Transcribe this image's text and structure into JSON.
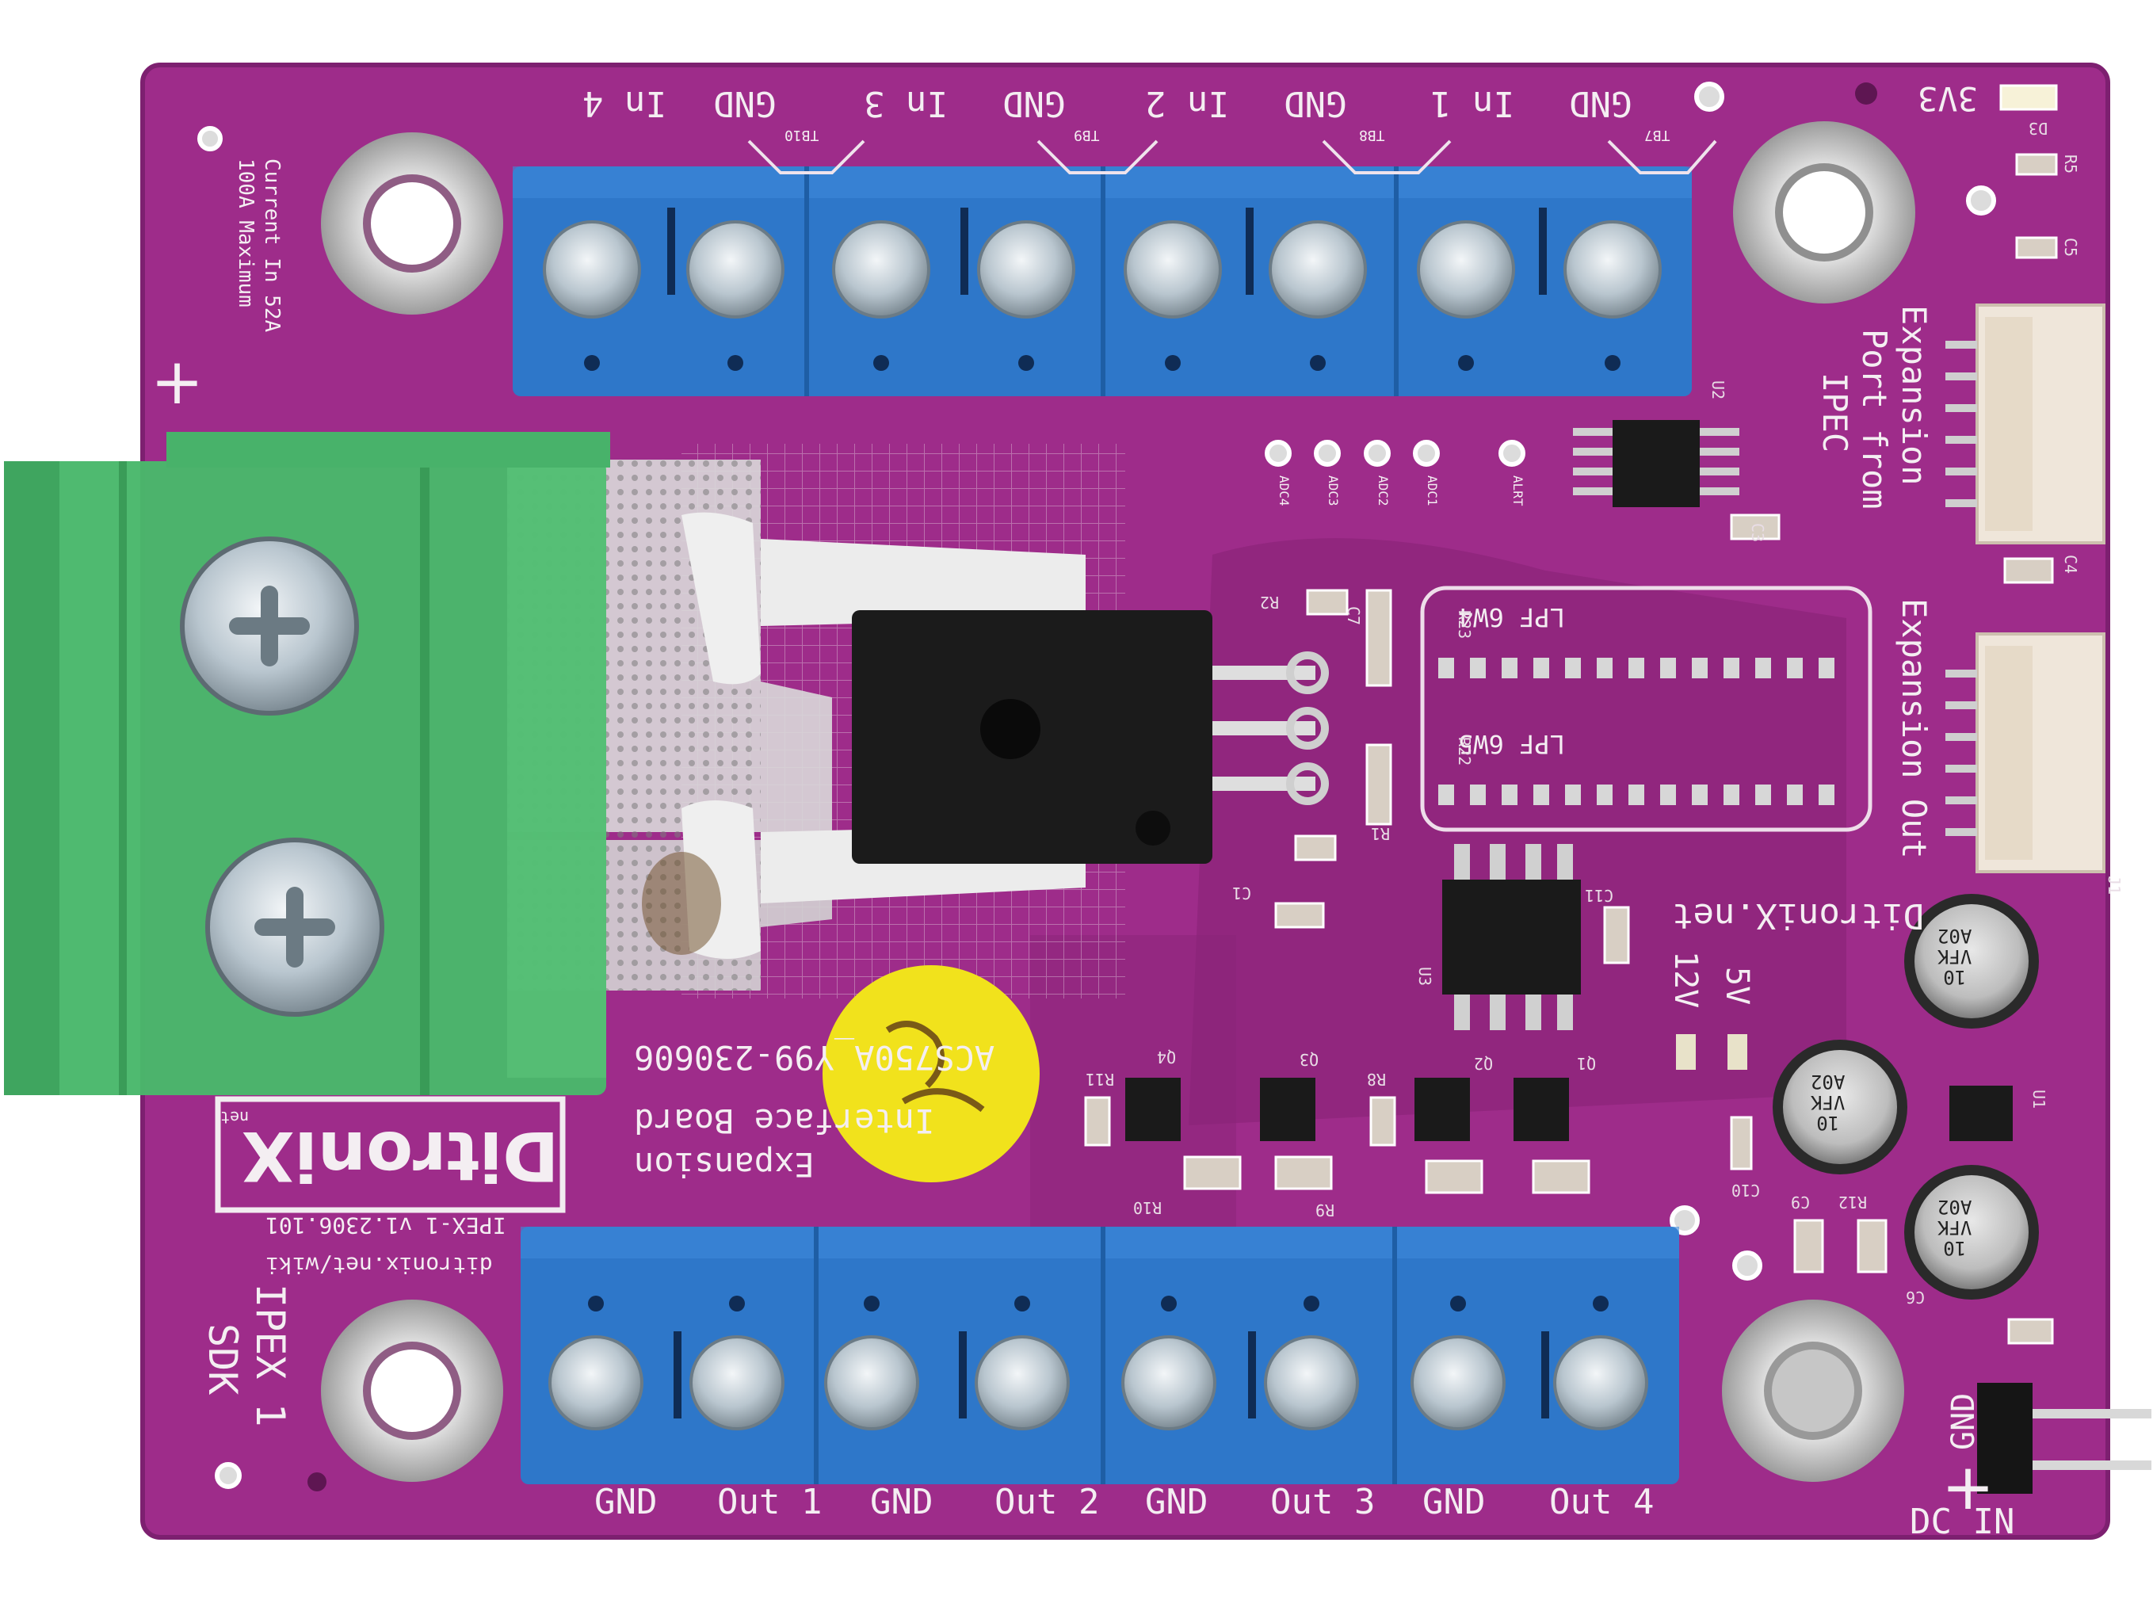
{
  "colors": {
    "pcb": "#9e2c8a",
    "pcb_dark": "#6e1d63",
    "silkscreen": "#f2ecf0",
    "terminal_blue": "#2e77c9",
    "terminal_green": "#49b86b",
    "sticker": "#f1e21c",
    "mosfet": "#1b1b1b"
  },
  "board": {
    "brand": "DitroniX",
    "brand_suffix": "net",
    "sdk_line1": "IPEX 1",
    "sdk_line2": "SDK",
    "wiki": "ditronix.net/wiki",
    "version": "IPEX-1 v1.2306.101",
    "current_note_1": "Current In 52A",
    "current_note_2": "100A Maximum",
    "expansion_title_1": "Expansion",
    "expansion_title_2": "Interface Board",
    "part_number": "ACS750A_Y99-230606",
    "website": "DitroniX.net",
    "rail_12v": "12V",
    "rail_5v": "5V",
    "rail_3v3": "3V3",
    "dc_in": "DC IN",
    "dc_gnd": "GND",
    "dc_plus": "+",
    "power_plus": "+",
    "lpf_1": "LPF 6W4",
    "lpf_2": "LPF 6W5",
    "expansion_port_in_1": "Expansion",
    "expansion_port_in_2": "Port from",
    "expansion_port_in_3": "IPEC",
    "expansion_out": "Expansion Out",
    "adc_labels": [
      "ADC4",
      "ADC3",
      "ADC2",
      "ADC1",
      "ALRT"
    ]
  },
  "top_terminals": [
    "In 4",
    "GND",
    "In 3",
    "GND",
    "In 2",
    "GND",
    "In 1",
    "GND"
  ],
  "top_refs": [
    "TB10",
    "TB9",
    "TB8",
    "TB7"
  ],
  "bottom_terminals": [
    "GND",
    "Out 1",
    "GND",
    "Out 2",
    "GND",
    "Out 3",
    "GND",
    "Out 4"
  ],
  "capacitors": [
    {
      "line1": "10",
      "line2": "VFK",
      "line3": "A02"
    },
    {
      "line1": "10",
      "line2": "VFK",
      "line3": "A02"
    },
    {
      "line1": "10",
      "line2": "VFK",
      "line3": "A02"
    }
  ],
  "component_refs": [
    "D3",
    "R5",
    "C5",
    "U2",
    "C4",
    "C3",
    "R2",
    "C7",
    "R23",
    "R22",
    "R1",
    "C1",
    "C11",
    "U3",
    "J1",
    "Q1",
    "Q2",
    "Q3",
    "Q4",
    "R8",
    "R9",
    "R10",
    "R11",
    "U1",
    "C6",
    "C10",
    "R12",
    "C9"
  ]
}
